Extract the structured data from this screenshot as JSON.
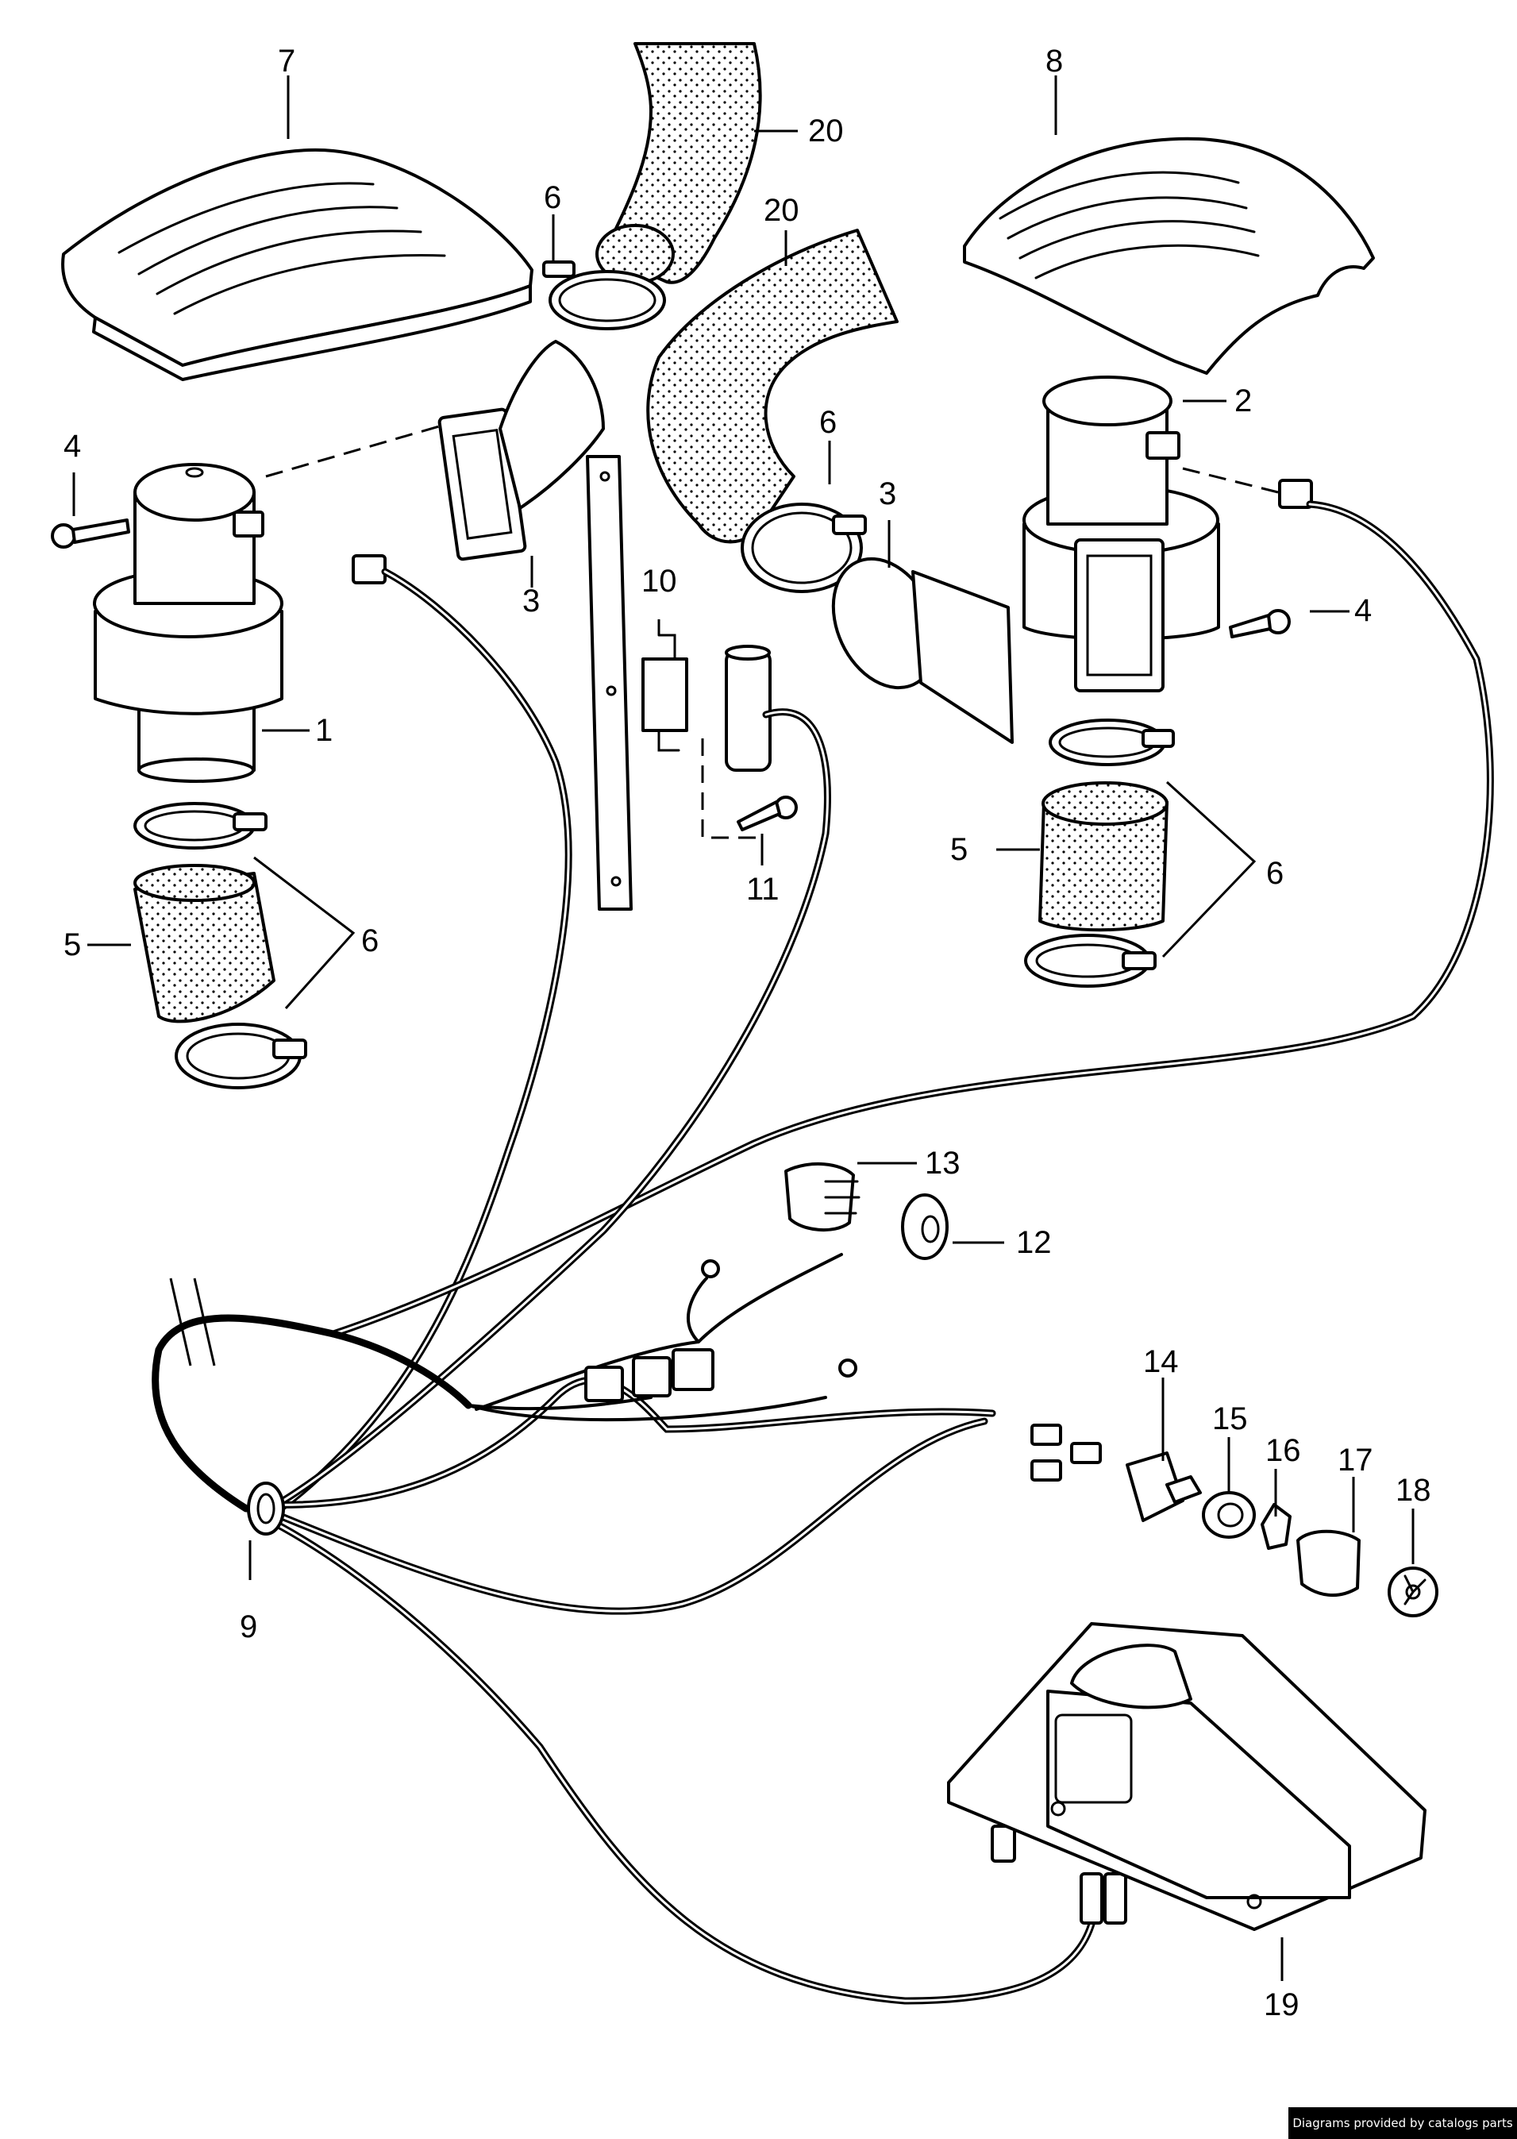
{
  "labels": {
    "l1": "1",
    "l2": "2",
    "l3a": "3",
    "l3b": "3",
    "l4a": "4",
    "l4b": "4",
    "l5a": "5",
    "l5b": "5",
    "l6a": "6",
    "l6b": "6",
    "l6c": "6",
    "l6d": "6",
    "l7": "7",
    "l8": "8",
    "l9": "9",
    "l10": "10",
    "l11": "11",
    "l12": "12",
    "l13": "13",
    "l14": "14",
    "l15": "15",
    "l16": "16",
    "l17": "17",
    "l18": "18",
    "l19": "19",
    "l20a": "20",
    "l20b": "20"
  },
  "credit": "Diagrams provided by catalogs parts"
}
